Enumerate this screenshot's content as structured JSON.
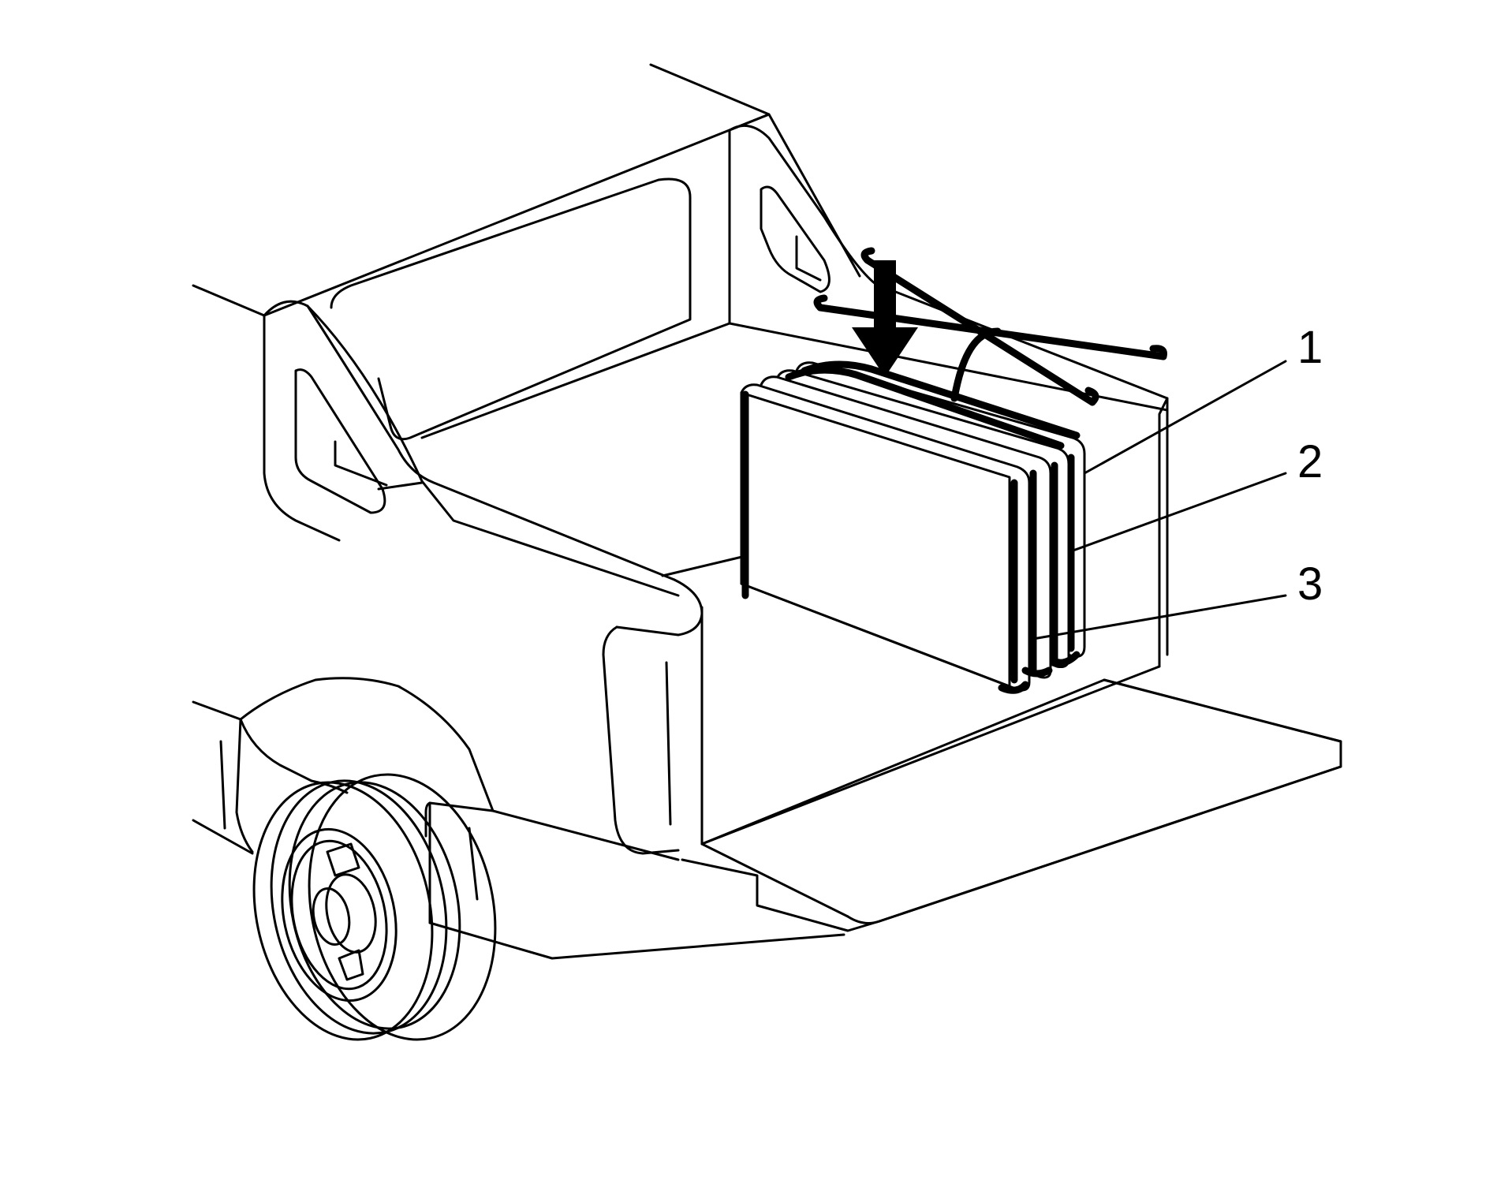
{
  "callouts": [
    {
      "label": "1"
    },
    {
      "label": "2"
    },
    {
      "label": "3"
    }
  ],
  "colors": {
    "line": "#000000",
    "background": "#ffffff"
  },
  "icons": {
    "install_direction": "down-arrow-icon"
  }
}
